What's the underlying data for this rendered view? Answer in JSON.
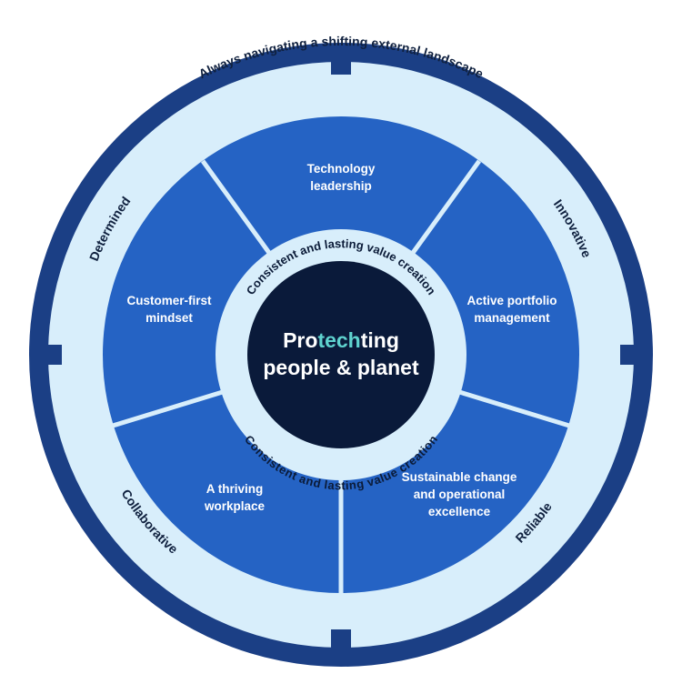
{
  "outer_title": "Always navigating a shifting external landscape",
  "values": {
    "top_left": "Determined",
    "top_right": "Innovative",
    "bottom_left": "Collaborative",
    "bottom_right": "Reliable"
  },
  "inner_ring": {
    "top": "Consistent and lasting value creation",
    "bottom": "Consistent and lasting value creation"
  },
  "center": {
    "prefix": "Pro",
    "highlight": "tech",
    "suffix": "ting",
    "line2": "people & planet"
  },
  "segments": [
    {
      "line1": "Technology",
      "line2": "leadership"
    },
    {
      "line1": "Active portfolio",
      "line2": "management"
    },
    {
      "line1": "Sustainable change",
      "line2": "and operational",
      "line3": "excellence"
    },
    {
      "line1": "A thriving",
      "line2": "workplace"
    },
    {
      "line1": "Customer-first",
      "line2": "mindset"
    }
  ],
  "colors": {
    "outer_ring": "#1b3f85",
    "light_band": "#d8eefb",
    "segment_fill": "#2563c4",
    "center_fill": "#0a1a3a",
    "accent": "#5fd3cf"
  }
}
